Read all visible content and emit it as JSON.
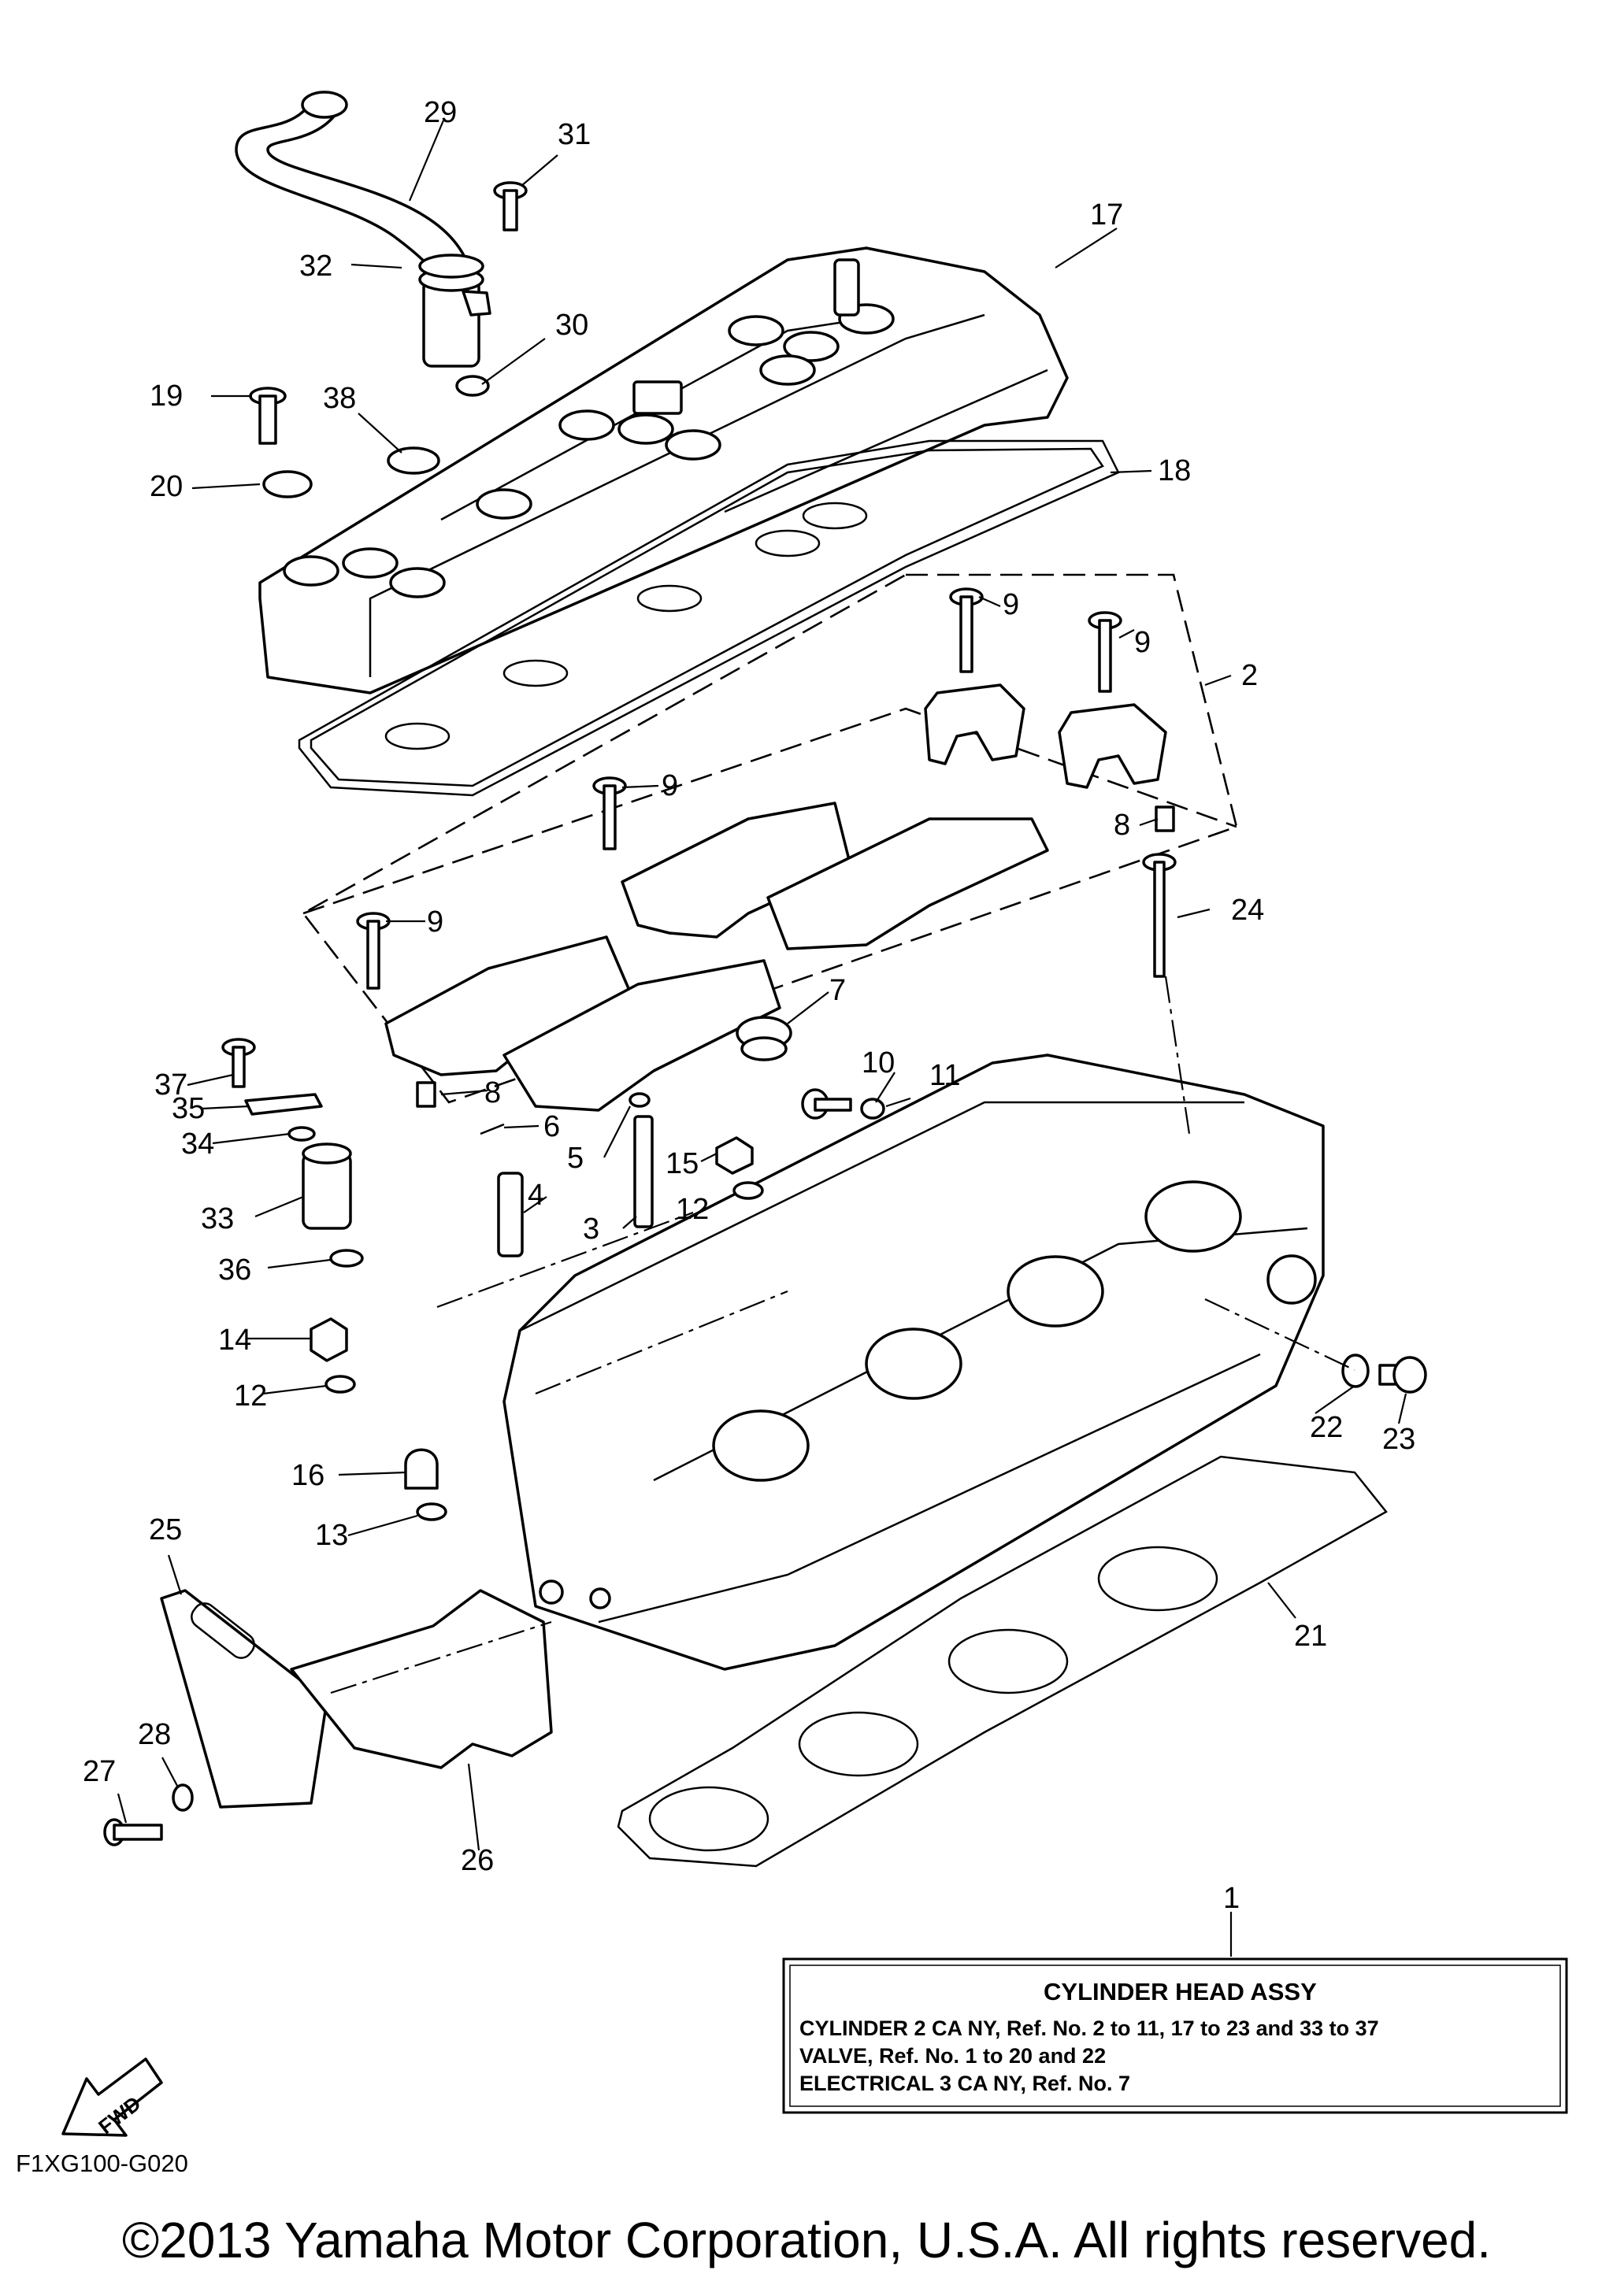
{
  "diagram": {
    "drawing_code": "F1XG100-G020",
    "copyright": "©2013 Yamaha Motor Corporation, U.S.A. All rights reserved.",
    "fwd_label": "FWD",
    "callouts": {
      "c1": "1",
      "c2": "2",
      "c3": "3",
      "c4": "4",
      "c5": "5",
      "c6": "6",
      "c7": "7",
      "c8a": "8",
      "c8b": "8",
      "c9a": "9",
      "c9b": "9",
      "c9c": "9",
      "c9d": "9",
      "c10": "10",
      "c11": "11",
      "c12a": "12",
      "c12b": "12",
      "c13": "13",
      "c14": "14",
      "c15": "15",
      "c16": "16",
      "c17": "17",
      "c18": "18",
      "c19": "19",
      "c20": "20",
      "c21": "21",
      "c22": "22",
      "c23": "23",
      "c24": "24",
      "c25": "25",
      "c26": "26",
      "c27": "27",
      "c28": "28",
      "c29": "29",
      "c30": "30",
      "c31": "31",
      "c32": "32",
      "c33": "33",
      "c34": "34",
      "c35": "35",
      "c36": "36",
      "c37": "37",
      "c38": "38"
    }
  },
  "assy_box": {
    "title": "CYLINDER HEAD ASSY",
    "lines": [
      "CYLINDER 2 CA NY,  Ref. No. 2 to 11, 17 to 23 and 33 to 37",
      "VALVE,  Ref. No. 1 to 20 and 22",
      "ELECTRICAL 3 CA NY,   Ref. No. 7"
    ]
  }
}
